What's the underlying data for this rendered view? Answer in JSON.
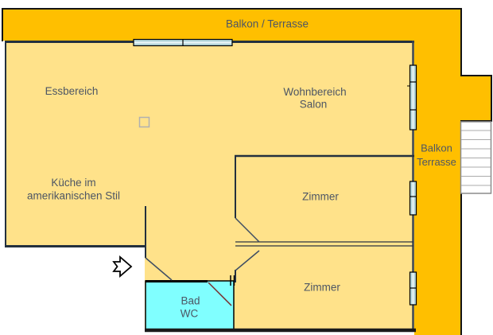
{
  "plan": {
    "balcony_top": "Balkon / Terrasse",
    "dining": "Essbereich",
    "living_line1": "Wohnbereich",
    "living_line2": "Salon",
    "kitchen_line1": "Küche im",
    "kitchen_line2": "amerikanischen Stil",
    "room_upper": "Zimmer",
    "room_lower": "Zimmer",
    "bath_line1": "Bad",
    "bath_line2": "WC",
    "balcony_right_line1": "Balkon",
    "balcony_right_line2": "Terrasse"
  },
  "colors": {
    "balcony_orange": "#FFBF00",
    "interior_yellow": "#FFE28A",
    "bathroom_cyan": "#80FFFF",
    "window_blue": "#B5D7DB",
    "wall_dark": "#23303E",
    "outline_black": "#141414",
    "door_swing_blue": "#3F4E63",
    "bath_door_red": "#7A2E2E",
    "label_text": "#4D5664",
    "stairs_gray": "#8A8A8A"
  }
}
